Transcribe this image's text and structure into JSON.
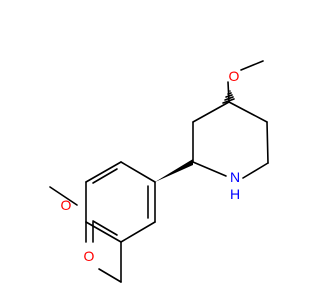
{
  "molecule": {
    "atoms": {
      "methoxy_o": {
        "label": "O",
        "color": "#ff0000"
      },
      "amine_n": {
        "label": "N",
        "color": "#0000ff"
      },
      "amine_h": {
        "label": "H",
        "color": "#0000ff"
      },
      "ester_o": {
        "label": "O",
        "color": "#ff0000"
      },
      "carbonyl_o": {
        "label": "O",
        "color": "#ff0000"
      }
    },
    "bond_color": "#000000",
    "background": "#ffffff"
  }
}
